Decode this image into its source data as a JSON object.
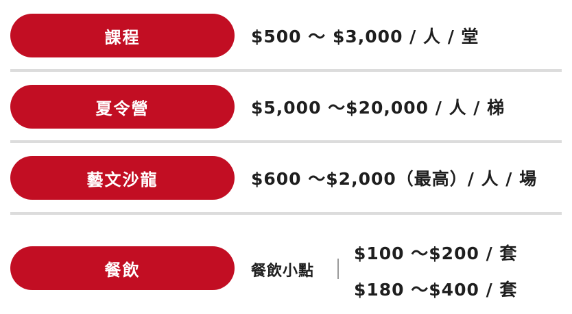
{
  "rows": [
    {
      "label": "課程",
      "price": "$500 ～ $3,000 / 人 / 堂"
    },
    {
      "label": "夏令營",
      "price": "$5,000 ～$20,000 / 人 / 梯"
    },
    {
      "label": "藝文沙龍",
      "price": "$600 ～$2,000（最高）/ 人 / 場"
    },
    {
      "label": "餐飲",
      "sub_label": "餐飲小點",
      "prices": [
        "$100 ～$200 / 套",
        "$180 ～$400 / 套"
      ]
    }
  ],
  "colors": {
    "pill_background": "#c20e23",
    "pill_text": "#ffffff",
    "divider": "#dcdcdc",
    "text": "#1e1e1e"
  }
}
